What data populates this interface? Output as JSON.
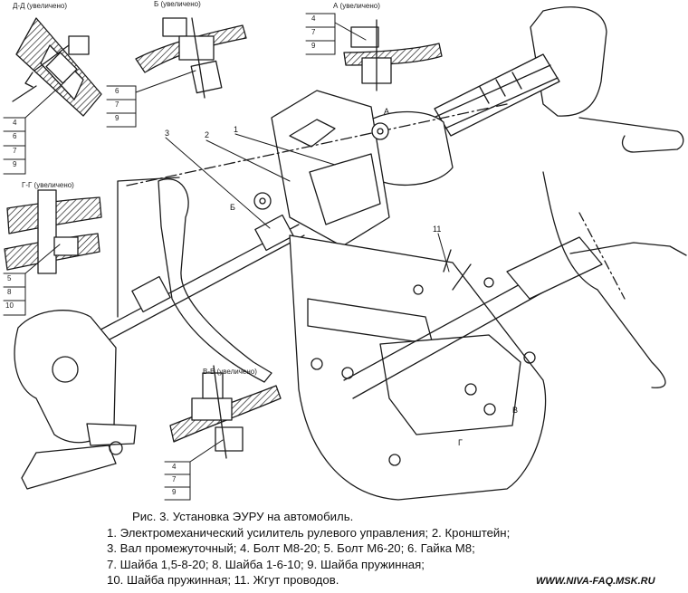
{
  "views": {
    "dd": "Д-Д (увеличено)",
    "bb": "Б (увеличено)",
    "aa": "А (увеличено)",
    "gg": "Г-Г (увеличено)",
    "vv": "В-В (увеличено)"
  },
  "view_callouts": {
    "dd": [
      "4",
      "6",
      "7",
      "9"
    ],
    "bb": [
      "6",
      "7",
      "9"
    ],
    "aa": [
      "4",
      "7",
      "9"
    ],
    "gg": [
      "5",
      "8",
      "10"
    ],
    "vv": [
      "4",
      "7",
      "9"
    ]
  },
  "leaders": {
    "shaft": "3",
    "bracket": "2",
    "eur": "1",
    "harness": "11",
    "sec_a": "А",
    "sec_b": "Б",
    "sec_v": "В",
    "sec_g": "Г"
  },
  "caption": {
    "title": "Рис. 3. Установка ЭУРУ на автомобиль.",
    "lines": [
      "1. Электромеханический усилитель рулевого управления; 2. Кронштейн;",
      "3. Вал промежуточный; 4. Болт М8-20; 5. Болт М6-20; 6. Гайка М8;",
      "7. Шайба 1,5-8-20; 8. Шайба 1-6-10; 9. Шайба пружинная;",
      "10. Шайба пружинная; 11. Жгут проводов."
    ]
  },
  "watermark": "WWW.NIVA-FAQ.MSK.RU"
}
